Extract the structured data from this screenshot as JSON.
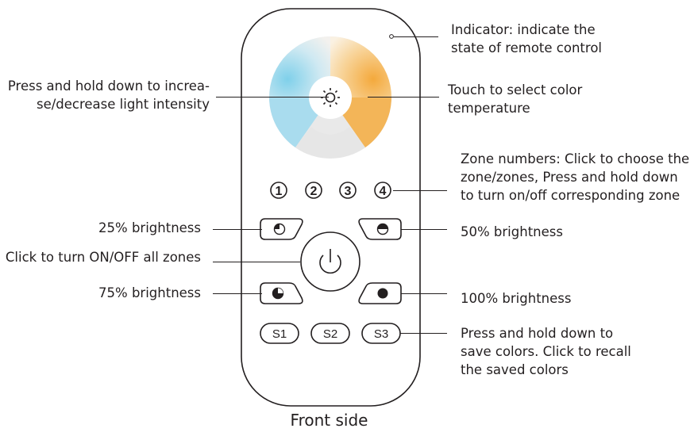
{
  "caption": "Front side",
  "callouts": {
    "indicator": "Indicator: indicate the\nstate of remote control",
    "intensity": "Press and hold down to increa-\nse/decrease light intensity",
    "color_temp": "Touch to select color\ntemperature",
    "zones": "Zone numbers: Click to choose the\nzone/zones, Press and hold down\nto turn on/off corresponding zone",
    "b25": "25% brightness",
    "b50": "50% brightness",
    "power": "Click to turn ON/OFF all zones",
    "b75": "75% brightness",
    "b100": "100% brightness",
    "scenes": "Press and hold down to\nsave colors. Click to recall\nthe saved colors"
  },
  "buttons": {
    "zone1": "1",
    "zone2": "2",
    "zone3": "3",
    "zone4": "4",
    "s1": "S1",
    "s2": "S2",
    "s3": "S3"
  },
  "colors": {
    "cool": "#8fd3e8",
    "warm": "#f5b04a",
    "outline": "#231f20"
  },
  "icons": {
    "brightness": "sun-icon",
    "power": "power-icon",
    "b25": "quarter-circle-icon",
    "b50": "half-circle-icon",
    "b75": "three-quarter-circle-icon",
    "b100": "full-circle-icon"
  }
}
